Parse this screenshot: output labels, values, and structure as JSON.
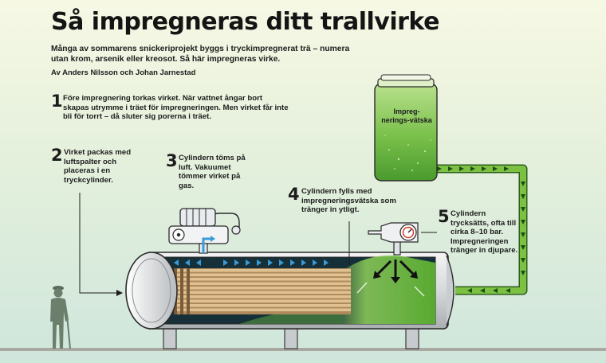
{
  "header": {
    "title": "Så impregneras ditt trallvirke",
    "lede": "Många av sommarens snickeriprojekt byggs i tryckimpregnerat trä – numera utan krom, arsenik eller kreosot. Så här impregneras virke.",
    "byline": "Av Anders Nilsson och Johan Jarnestad"
  },
  "steps": [
    {
      "number": "1",
      "text": "Före impregnering torkas virket. När vattnet ångar bort skapas utrymme i träet för impregneringen. Men virket får inte bli för torrt – då sluter sig porerna i träet."
    },
    {
      "number": "2",
      "text": "Virket packas med luftspalter och placeras i en tryckcylinder."
    },
    {
      "number": "3",
      "text": "Cylindern töms på luft. Vakuumet tömmer virket på gas."
    },
    {
      "number": "4",
      "text": "Cylindern fylls med impregneringsvätska som tränger in ytligt."
    },
    {
      "number": "5",
      "text": "Cylindern trycksätts, ofta till cirka 8–10 bar. Impregneringen tränger in djupare."
    }
  ],
  "tank": {
    "label": "Impreg-nerings-vätska"
  },
  "colors": {
    "liquid_green": "#6dbb43",
    "pipe_green": "#7cc142",
    "cylinder_interior": "#16303a",
    "vacuum_arrow": "#3a9ad6",
    "lumber": "#d9b78a"
  },
  "icons": [
    "pressure-gauge-icon",
    "vacuum-pump-icon",
    "person-with-cane-icon"
  ]
}
